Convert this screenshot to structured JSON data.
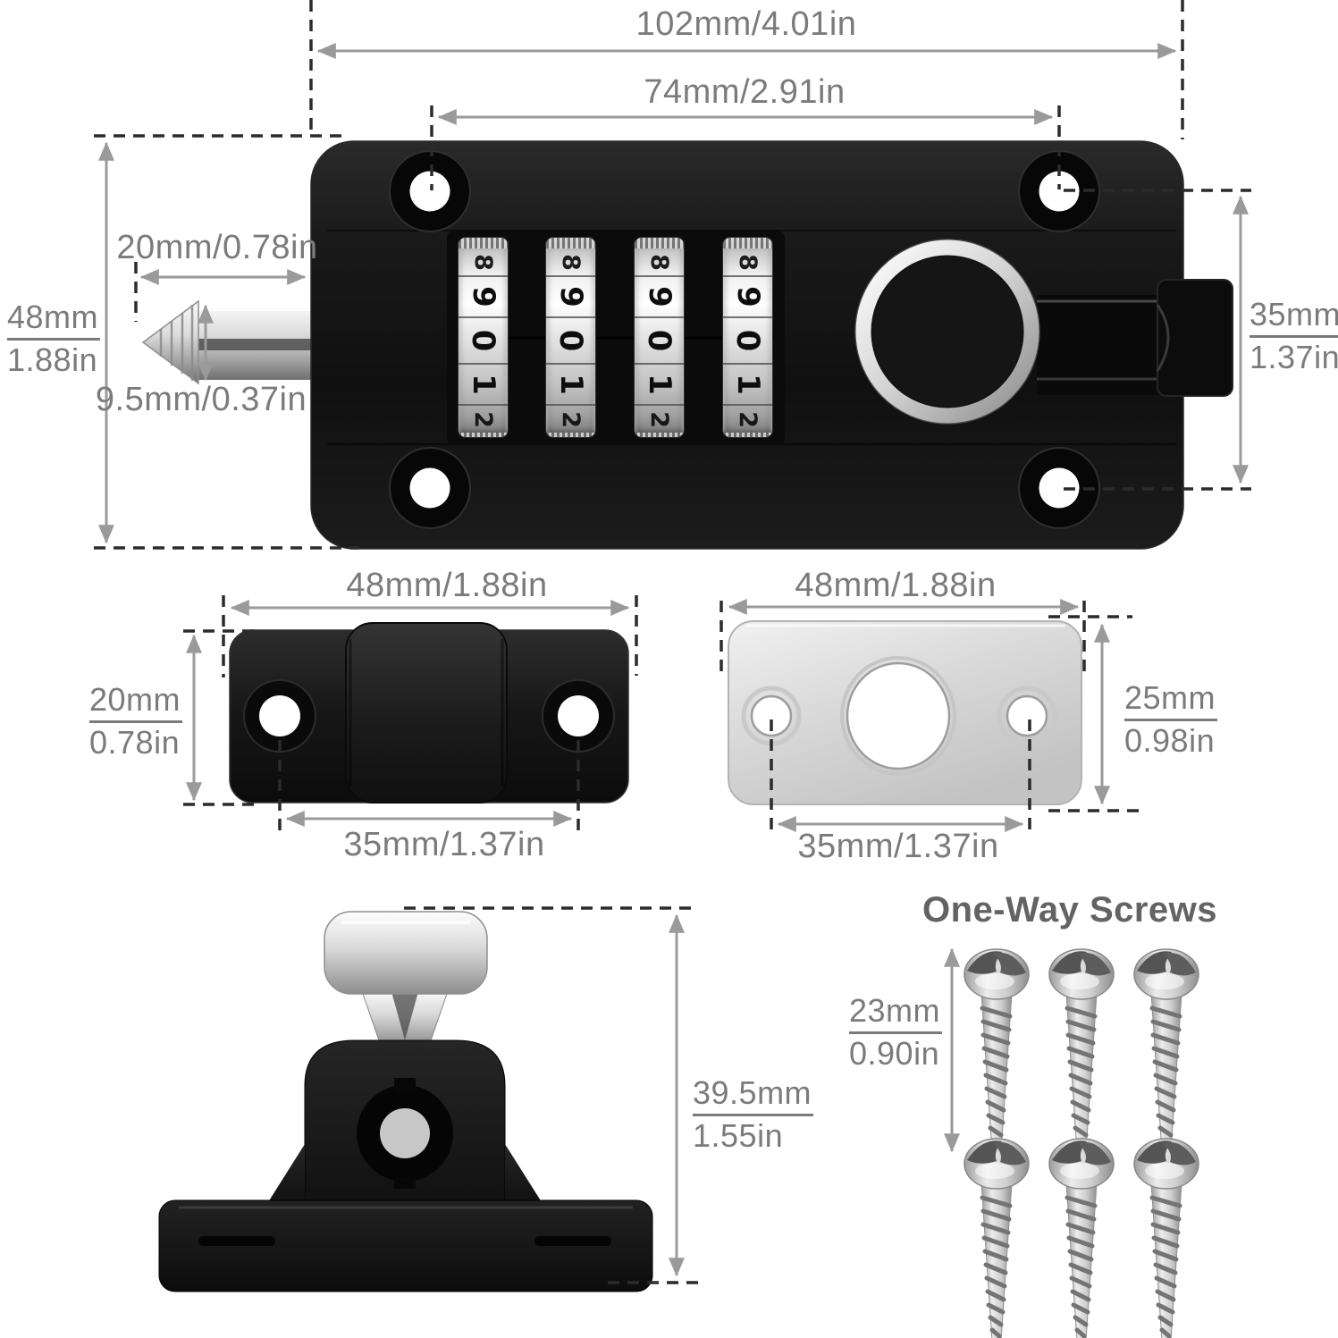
{
  "product": "Combination slide bolt lock — dimension diagram",
  "lock": {
    "outer_width": "102mm/4.01in",
    "screw_hole_spacing_h": "74mm/2.91in",
    "bolt_length": "20mm/0.78in",
    "bolt_diameter": "9.5mm/0.37in",
    "height_mm": "48mm",
    "height_in": "1.88in",
    "screw_hole_spacing_v_mm": "35mm",
    "screw_hole_spacing_v_in": "1.37in",
    "dial_count": 4,
    "dial_digits": [
      "8",
      "9",
      "0",
      "1",
      "2"
    ]
  },
  "keeper": {
    "width": "48mm/1.88in",
    "height_mm": "20mm",
    "height_in": "0.78in",
    "hole_spacing": "35mm/1.37in"
  },
  "strike_plate": {
    "width": "48mm/1.88in",
    "height_mm": "25mm",
    "height_in": "0.98in",
    "hole_spacing": "35mm/1.37in"
  },
  "side_view": {
    "height_mm": "39.5mm",
    "height_in": "1.55in"
  },
  "screws": {
    "title": "One-Way Screws",
    "length_mm": "23mm",
    "length_in": "0.90in",
    "count": 6
  },
  "colors": {
    "background": "#ffffff",
    "body_black": "#161616",
    "chrome": "#d9d9d9",
    "plate_silver": "#d6d6d6",
    "dimension_text": "#7b7b7b",
    "arrow": "#9a9a9a",
    "dash": "#2b2b2b"
  }
}
